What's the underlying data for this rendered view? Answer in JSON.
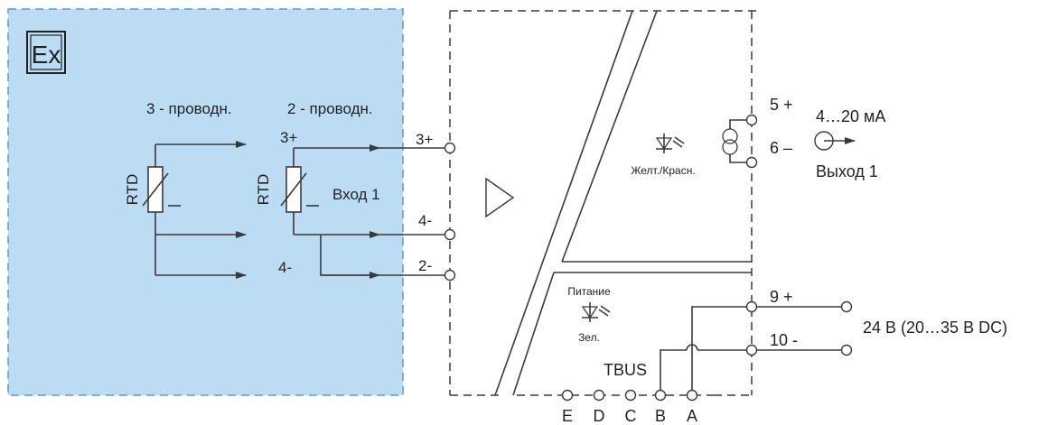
{
  "hazard_zone": {
    "fill": "#bcdcf3",
    "border": "#5b9bd5",
    "symbol": "Ex"
  },
  "sensor": {
    "three_wire_label": "3 - проводн.",
    "two_wire_label": "2 - проводн.",
    "rtd_label": "RTD",
    "input_label": "Вход 1",
    "wire_3plus": "3+",
    "wire_4minus": "4-"
  },
  "input_terminals": [
    "3+",
    "4-",
    "2-"
  ],
  "output": {
    "led_label": "Желт./Красн.",
    "terminal_plus": "5 +",
    "terminal_minus": "6 –",
    "range": "4…20 мА",
    "name": "Выход 1"
  },
  "power": {
    "led_title": "Питание",
    "led_color": "Зел.",
    "terminal_plus": "9  +",
    "terminal_minus": "10 -",
    "supply": "24 В (20…35 В DC)",
    "bus_label": "TBUS"
  },
  "bus_terminals": [
    "E",
    "D",
    "C",
    "B",
    "A"
  ]
}
